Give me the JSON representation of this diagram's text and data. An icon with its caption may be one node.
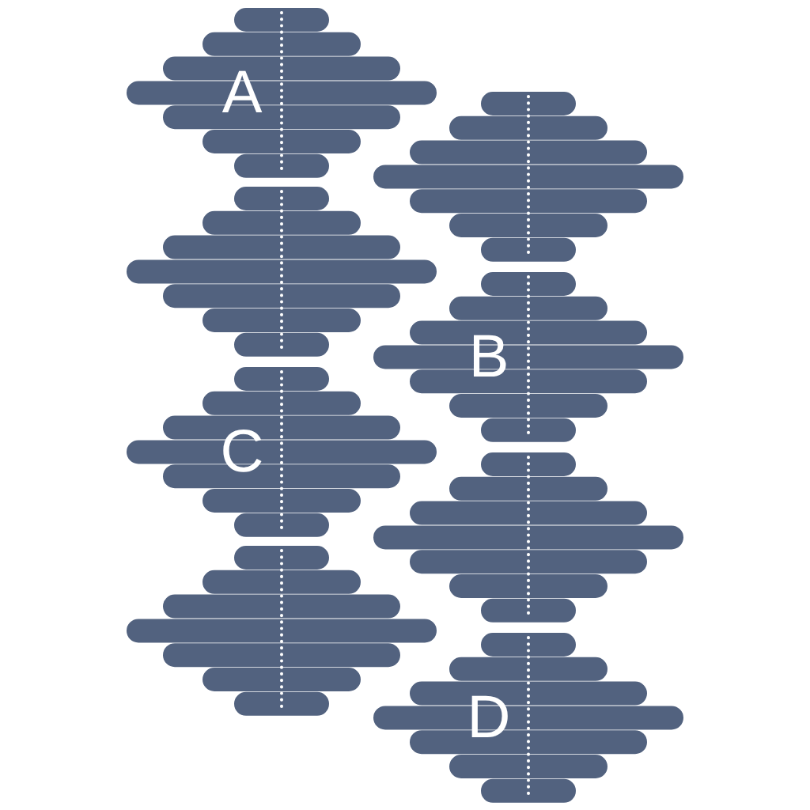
{
  "diagram": {
    "nodes": [
      {
        "text": [
          "A"
        ]
      },
      {
        "text": [],
        "shape": "diamond"
      },
      {
        "text": [],
        "shape": "diamond"
      },
      {
        "text": [
          "B"
        ]
      },
      {
        "text": [
          "C"
        ]
      },
      {
        "text": [],
        "shape": "diamond"
      },
      {
        "text": [],
        "shape": "diamond"
      },
      {
        "text": [
          "D"
        ]
      }
    ]
  }
}
